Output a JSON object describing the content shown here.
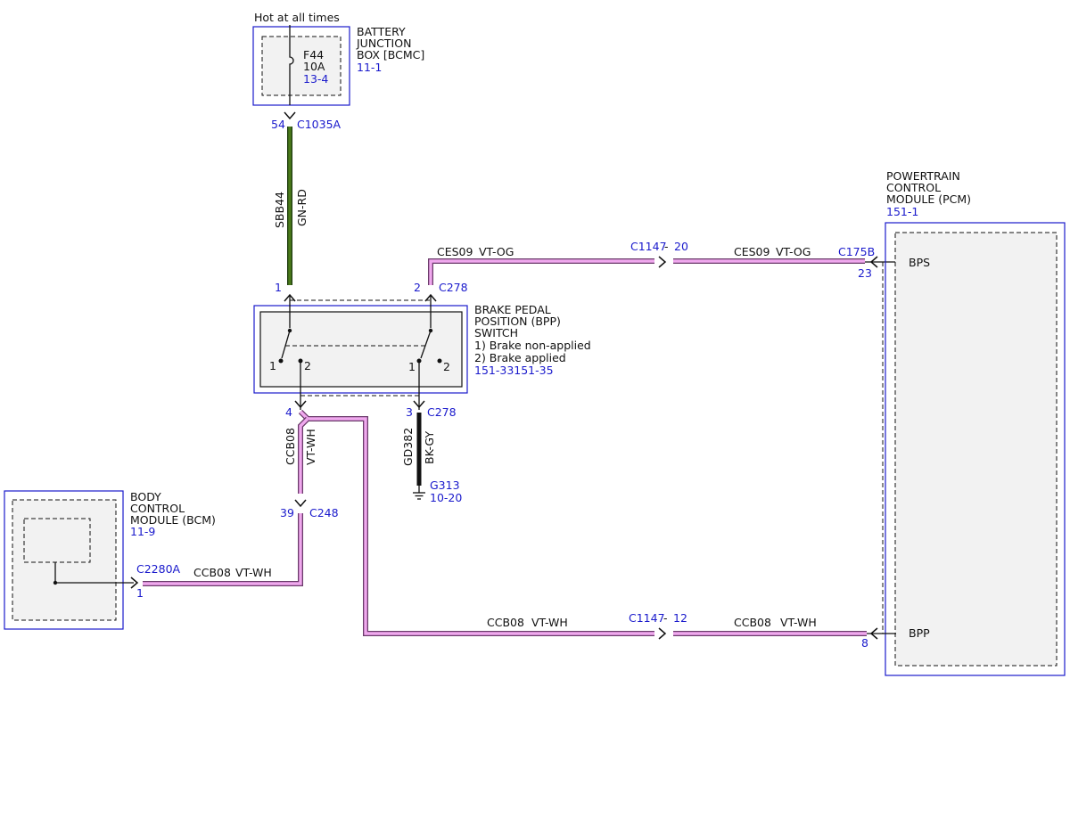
{
  "hot_label": "Hot at all times",
  "bjb": {
    "name_lines": [
      "BATTERY",
      "JUNCTION",
      "BOX [BCMC]"
    ],
    "ref": "11-1",
    "fuse": "F44",
    "rating": "10A",
    "fuse_ref": "13-4"
  },
  "conn_c1035a": {
    "pin": "54",
    "name": "C1035A"
  },
  "wire_sbb44": {
    "circuit": "SBB44",
    "color": "GN-RD"
  },
  "bpp": {
    "name_lines": [
      "BRAKE PEDAL",
      "POSITION (BPP)",
      "SWITCH",
      "1) Brake non-applied",
      "2) Brake applied"
    ],
    "ref": "151-33151-35",
    "pin1": "1",
    "pin2": "2",
    "pin3": "3",
    "pin4": "4",
    "conn_top": "C278",
    "conn_bottom": "C278",
    "sw_left_1": "1",
    "sw_left_2": "2",
    "sw_right_1": "1",
    "sw_right_2": "2"
  },
  "wire_ces09_a": {
    "circuit": "CES09",
    "color": "VT-OG"
  },
  "c1147_top": {
    "name": "C1147",
    "pin": "20"
  },
  "wire_ces09_b": {
    "circuit": "CES09",
    "color": "VT-OG"
  },
  "c175b": {
    "name": "C175B",
    "pin": "23"
  },
  "pcm": {
    "name_lines": [
      "POWERTRAIN",
      "CONTROL",
      "MODULE (PCM)"
    ],
    "ref": "151-1",
    "bps": "BPS",
    "bpp": "BPP"
  },
  "wire_ccb08_vert": {
    "circuit": "CCB08",
    "color": "VT-WH"
  },
  "c248": {
    "pin": "39",
    "name": "C248"
  },
  "wire_gd382": {
    "circuit": "GD382",
    "color": "BK-GY"
  },
  "ground": {
    "name": "G313",
    "ref": "10-20"
  },
  "bcm": {
    "name_lines": [
      "BODY",
      "CONTROL",
      "MODULE (BCM)"
    ],
    "ref": "11-9",
    "conn": "C2280A",
    "pin": "1"
  },
  "wire_ccb08_bcm": {
    "circuit": "CCB08",
    "color": "VT-WH"
  },
  "wire_ccb08_low_a": {
    "circuit": "CCB08",
    "color": "VT-WH"
  },
  "c1147_bottom": {
    "name": "C1147",
    "pin": "12"
  },
  "wire_ccb08_low_b": {
    "circuit": "CCB08",
    "color": "VT-WH"
  },
  "pcm_pin_bpp": "8",
  "colors": {
    "connector_blue": "#1a1acc",
    "wire_violet_white": "#f0a8ee",
    "wire_green_red": "#4a7a1a",
    "wire_black_grey": "#111111"
  }
}
